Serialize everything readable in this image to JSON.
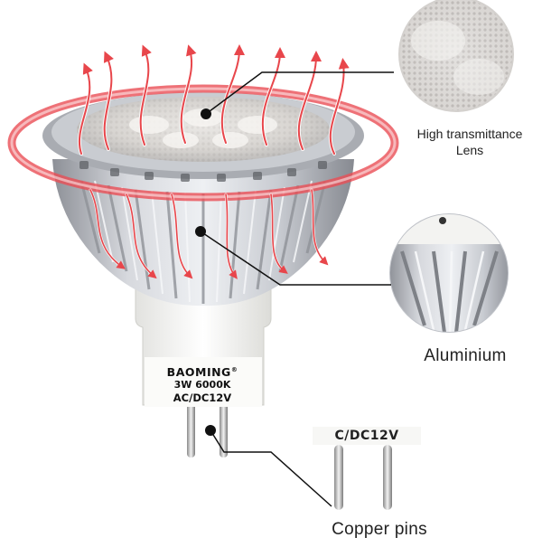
{
  "callouts": {
    "lens_line1": "High transmittance",
    "lens_line2": "Lens",
    "aluminium": "Aluminium",
    "copper_pins": "Copper pins"
  },
  "bulb": {
    "brand": "BAOMING",
    "registered_mark": "®",
    "spec_power_color": "3W 6000K",
    "spec_voltage": "AC/DC12V"
  },
  "pins_detail_marking": "C/DC12V",
  "colors": {
    "heat_arrow": "#e8464b",
    "ring": "#ea4d55",
    "aluminium": "#b9bcc3",
    "base": "#f4f4f2"
  },
  "icons": {
    "heat": "heat-dissipation-arrow-icon",
    "pointer": "callout-dot-icon"
  }
}
